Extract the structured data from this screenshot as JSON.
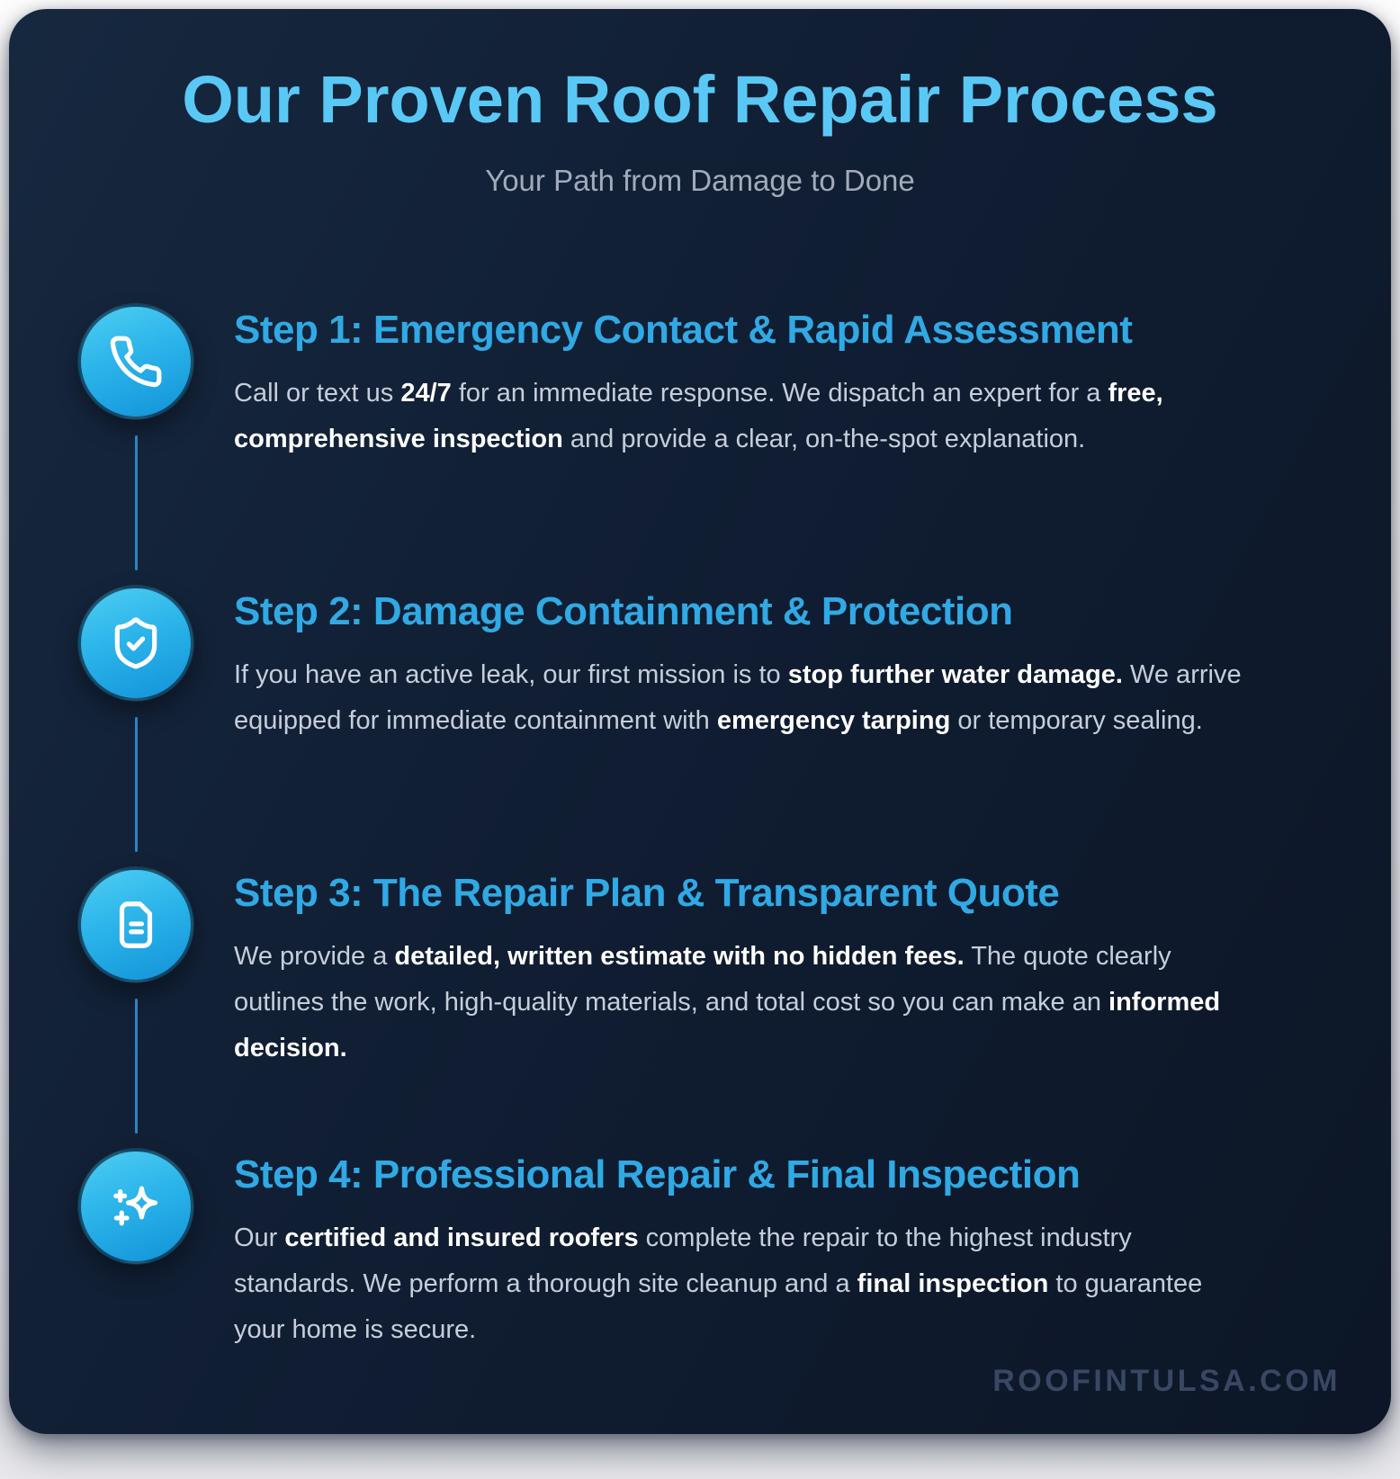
{
  "header": {
    "title": "Our Proven Roof Repair Process",
    "subtitle": "Your Path from Damage to Done"
  },
  "footer": {
    "watermark": "ROOFINTULSA.COM"
  },
  "colors": {
    "title_blue": "#5ac8f5",
    "step_blue": "#30a9e4",
    "subtitle_gray": "#a2abbb",
    "body_gray": "#c6cedb",
    "bold_white": "#ffffff",
    "connector_blue": "#2f8fd0",
    "icon_gradient_start": "#4ecdf2",
    "icon_gradient_end": "#1292d8",
    "card_bg_start": "#16283f",
    "card_bg_end": "#0c1626",
    "page_bg_start": "#ffffff",
    "page_bg_end": "#e9e9ed",
    "watermark_slate": "#3a4763"
  },
  "steps": [
    {
      "icon": "phone-icon",
      "title": "Step 1: Emergency Contact & Rapid Assessment",
      "body": [
        {
          "t": "Call or text us ",
          "b": false
        },
        {
          "t": "24/7",
          "b": true
        },
        {
          "t": " for an immediate response. We dispatch an expert for a ",
          "b": false
        },
        {
          "t": "free, comprehensive inspection",
          "b": true
        },
        {
          "t": " and provide a clear, on-the-spot explanation.",
          "b": false
        }
      ]
    },
    {
      "icon": "shield-check-icon",
      "title": "Step 2: Damage Containment & Protection",
      "body": [
        {
          "t": "If you have an active leak, our first mission is to ",
          "b": false
        },
        {
          "t": "stop further water damage.",
          "b": true
        },
        {
          "t": " We arrive equipped for immediate containment with ",
          "b": false
        },
        {
          "t": "emergency tarping",
          "b": true
        },
        {
          "t": " or temporary sealing.",
          "b": false
        }
      ]
    },
    {
      "icon": "document-icon",
      "title": "Step 3: The Repair Plan & Transparent Quote",
      "body": [
        {
          "t": "We provide a ",
          "b": false
        },
        {
          "t": "detailed, written estimate with no hidden fees.",
          "b": true
        },
        {
          "t": " The quote clearly outlines the work, high-quality materials, and total cost so you can make an ",
          "b": false
        },
        {
          "t": "informed decision.",
          "b": true
        }
      ]
    },
    {
      "icon": "sparkles-icon",
      "title": "Step 4: Professional Repair & Final Inspection",
      "body": [
        {
          "t": "Our ",
          "b": false
        },
        {
          "t": "certified and insured roofers",
          "b": true
        },
        {
          "t": " complete the repair to the highest industry standards. We perform a thorough site cleanup and a ",
          "b": false
        },
        {
          "t": "final inspection",
          "b": true
        },
        {
          "t": " to guarantee your home is secure.",
          "b": false
        }
      ]
    }
  ]
}
